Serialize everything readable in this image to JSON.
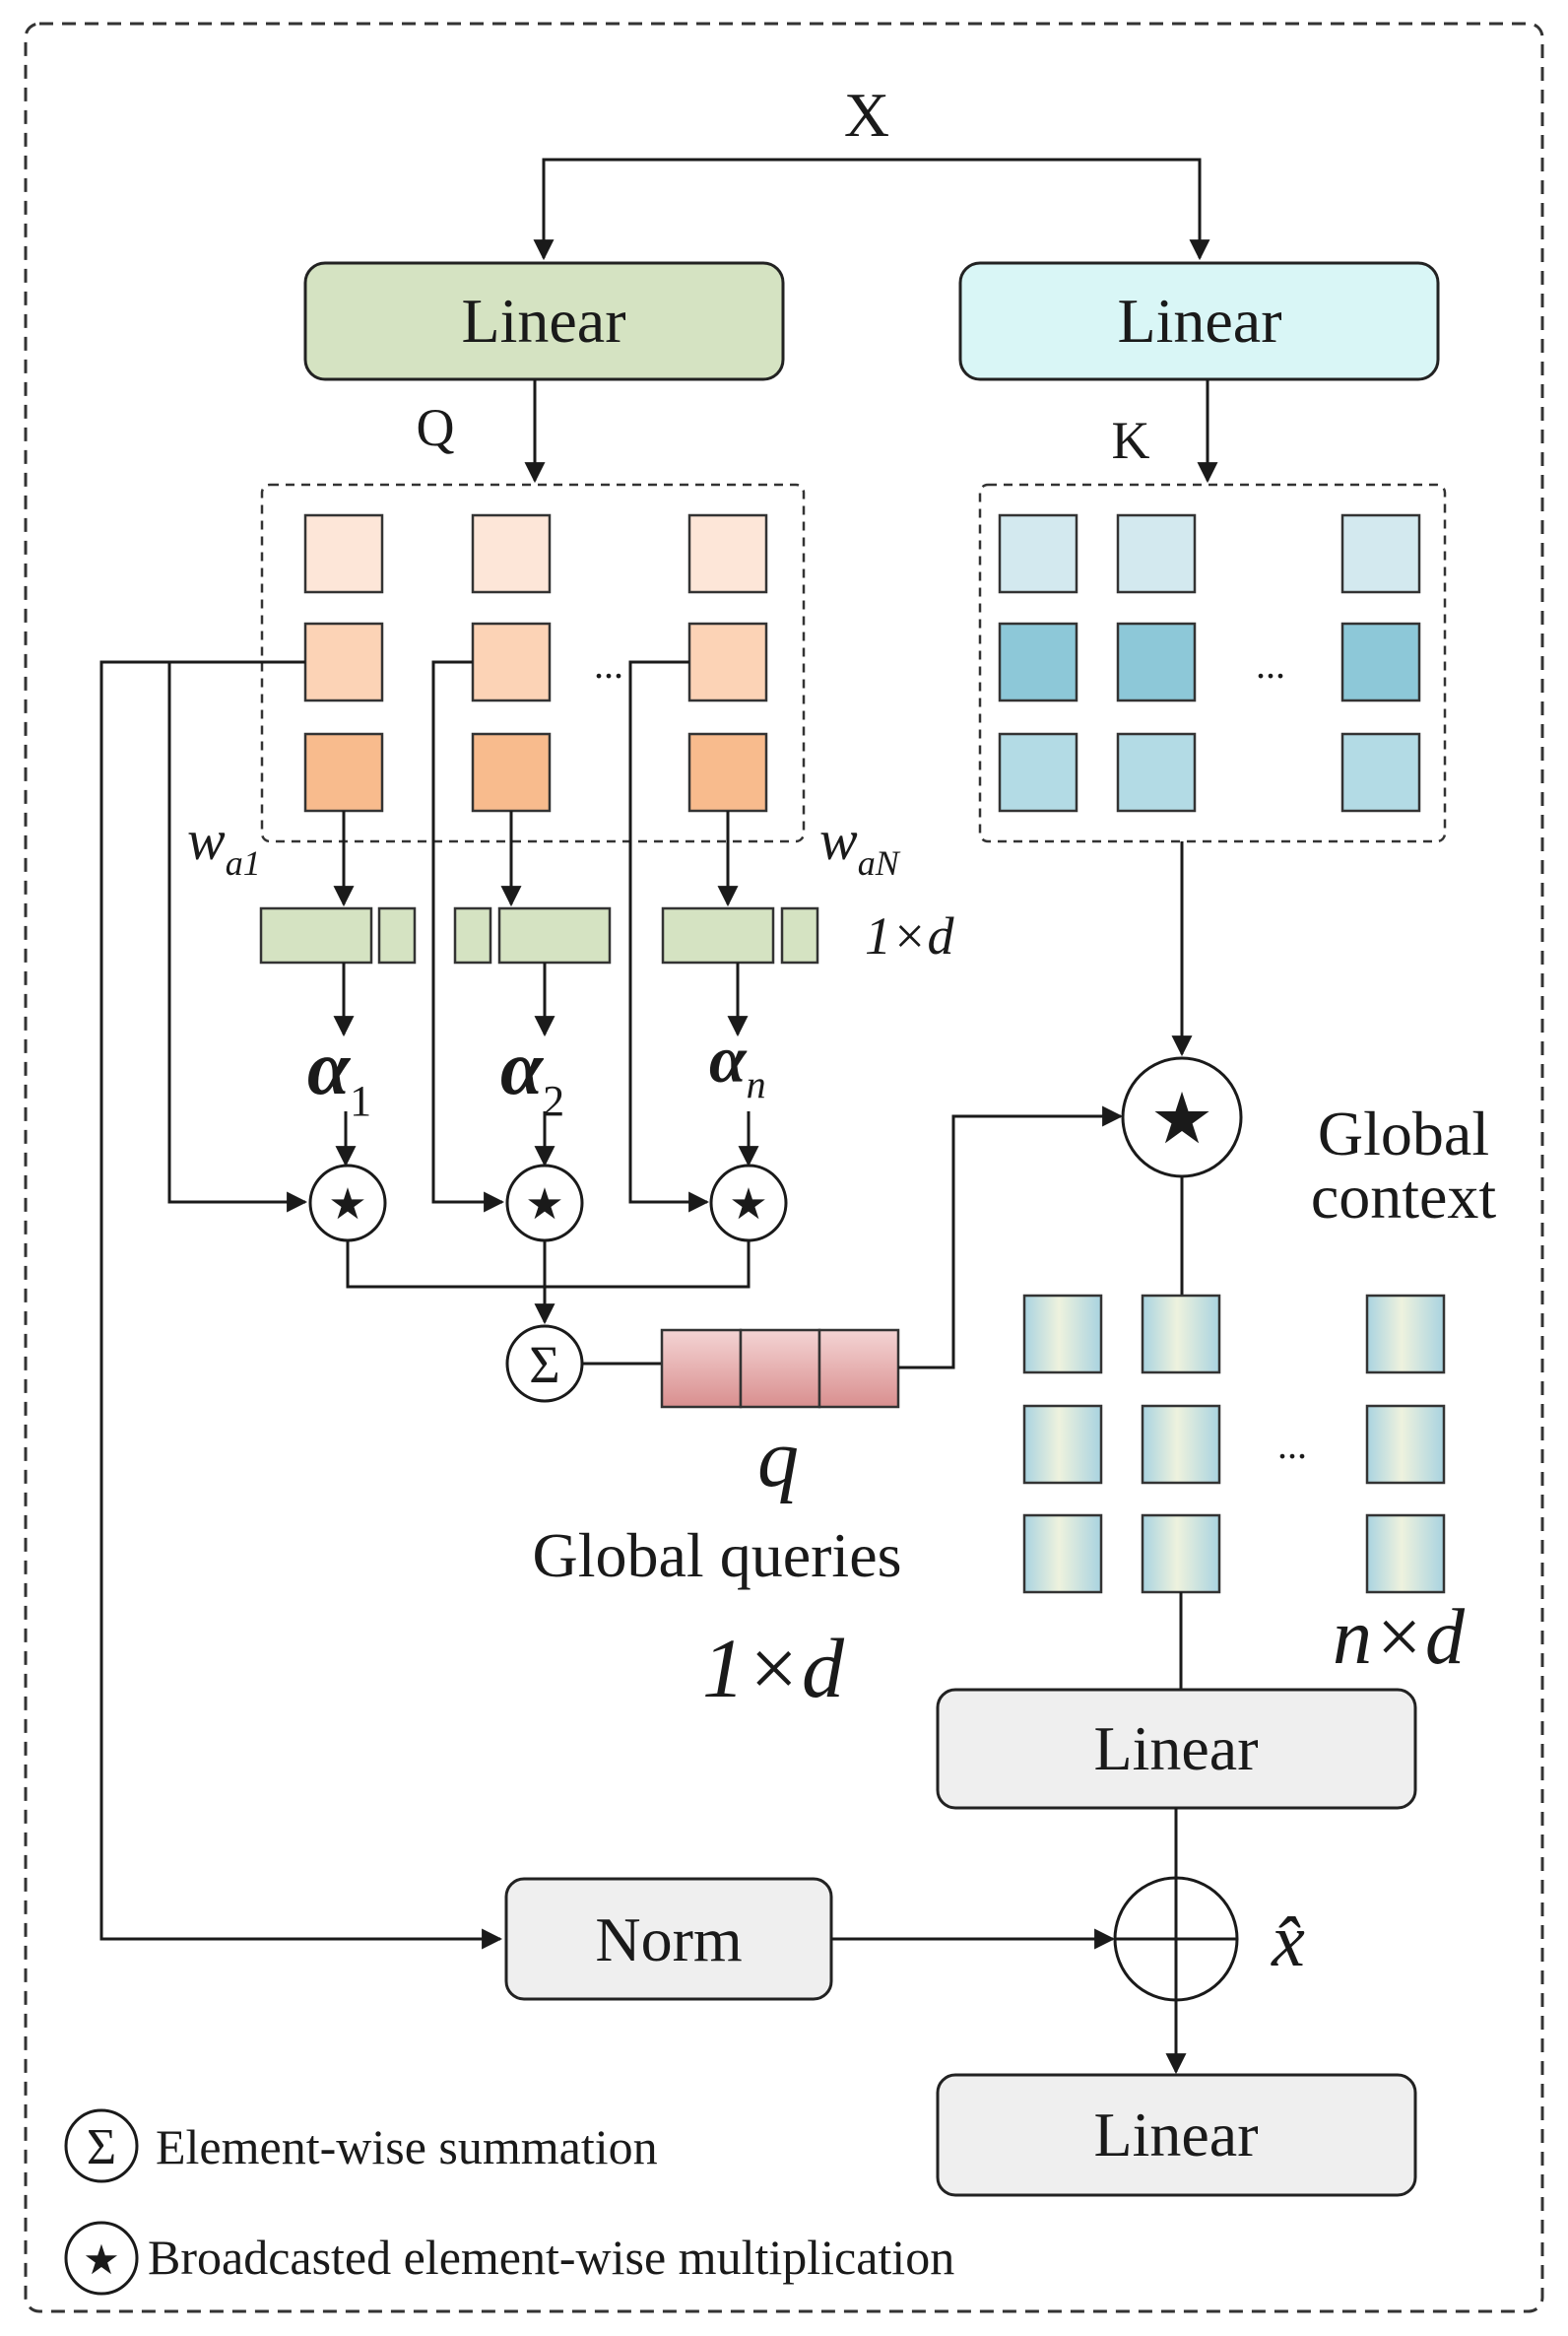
{
  "labels": {
    "input": "X",
    "linear_q": "Linear",
    "linear_k": "Linear",
    "q_label": "Q",
    "k_label": "K",
    "dots_q": "...",
    "dots_k": "...",
    "dots_ctx": "...",
    "w_a1_base": "w",
    "w_a1_sub": "a1",
    "w_aN_base": "w",
    "w_aN_sub": "aN",
    "vec_dim": "1×d",
    "alpha1_base": "α",
    "alpha1_sub": "1",
    "alpha2_base": "α",
    "alpha2_sub": "2",
    "alphan_base": "α",
    "alphan_sub": "n",
    "global_context_line1": "Global",
    "global_context_line2": "context",
    "q_vec": "q",
    "global_queries": "Global queries",
    "global_queries_dim": "1×d",
    "ctx_dim": "n×d",
    "linear_out1": "Linear",
    "norm": "Norm",
    "x_hat": "x̂",
    "linear_out2": "Linear",
    "sum_symbol": "Σ",
    "star_symbol": "★"
  },
  "legend": {
    "sum_text": "Element-wise summation",
    "mult_text": "Broadcasted element-wise multiplication"
  },
  "colors": {
    "linear_q_fill": "#d5e3c2",
    "linear_k_fill": "#d9f6f6",
    "gray_box_fill": "#efefef",
    "q_row1": "#fde6d8",
    "q_row2": "#fcd3b6",
    "q_row3": "#f8bb8d",
    "k_row1": "#d3e9ef",
    "k_row2": "#8dc8d8",
    "k_row3": "#b3dbe5",
    "weight_fill": "#d5e3c2",
    "query_vec_fill": "#e8b4b4"
  }
}
